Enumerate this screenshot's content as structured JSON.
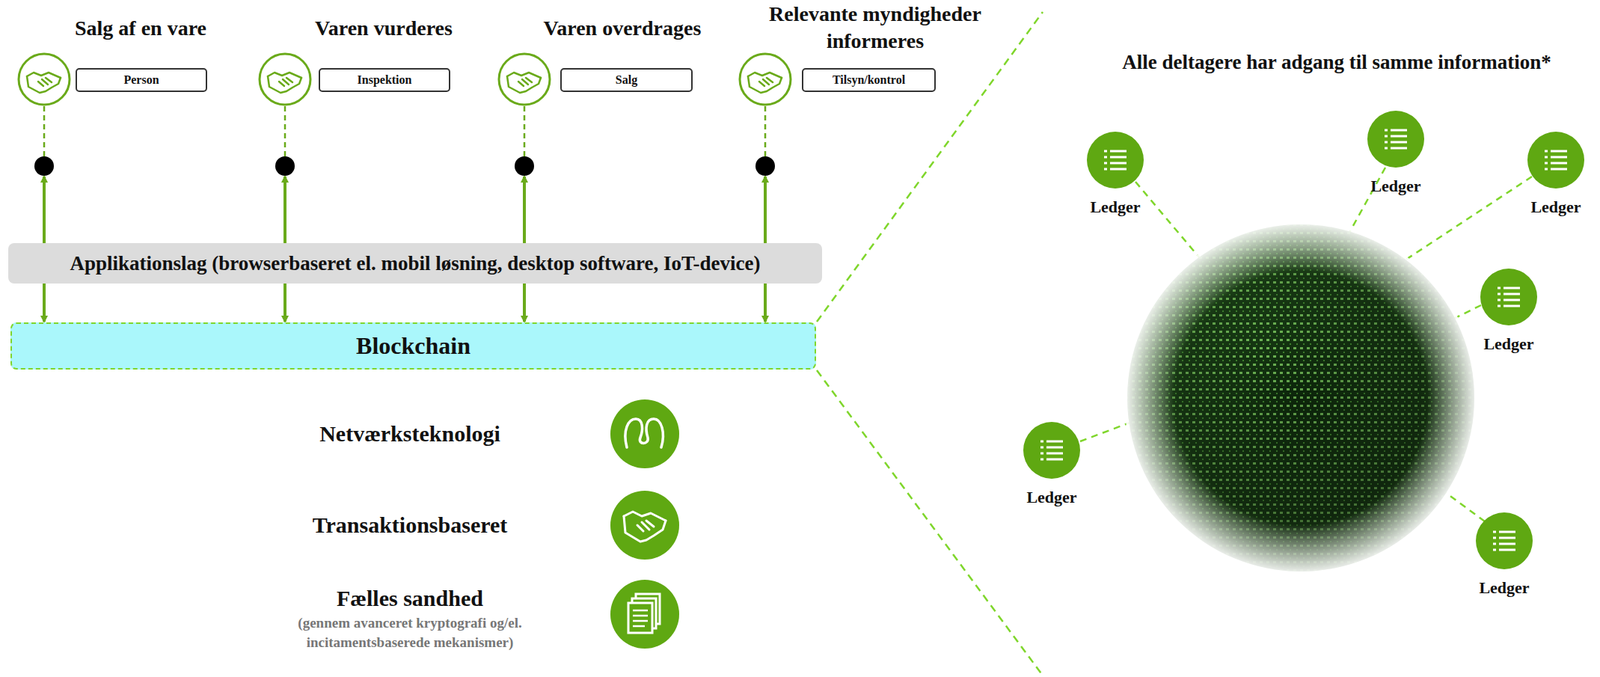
{
  "diagram": {
    "nodes": [
      {
        "text": [
          "Salg af en vare",
          "Person"
        ]
      },
      {
        "text": [
          "Varen vurderes",
          "Inspektion"
        ]
      },
      {
        "text": [
          "Varen overdrages",
          "Salg"
        ]
      },
      {
        "text": [
          "Relevante myndigheder informeres",
          "Tilsyn/kontrol"
        ]
      },
      {
        "text": [
          "Applikationslag (browserbaseret el. mobil løsning, desktop software, IoT-device)"
        ]
      },
      {
        "text": [
          "Blockchain"
        ]
      },
      {
        "text": [
          "Netværksteknologi"
        ]
      },
      {
        "text": [
          "Transaktionsbaseret"
        ]
      },
      {
        "text": [
          "Fælles sandhed",
          "(gennem avanceret kryptografi og/el. incitamentsbaserede mekanismer)"
        ]
      },
      {
        "text": [
          "Ledger"
        ]
      },
      {
        "text": [
          "Ledger"
        ]
      },
      {
        "text": [
          "Ledger"
        ]
      },
      {
        "text": [
          "Ledger"
        ]
      },
      {
        "text": [
          "Ledger"
        ]
      },
      {
        "text": [
          "Ledger"
        ]
      }
    ],
    "edges": [
      {
        "from": 4,
        "to": 0,
        "arrow": "to"
      },
      {
        "from": 4,
        "to": 1,
        "arrow": "to"
      },
      {
        "from": 4,
        "to": 2,
        "arrow": "to"
      },
      {
        "from": 4,
        "to": 3,
        "arrow": "to"
      },
      {
        "from": 4,
        "to": 5,
        "arrow": "to"
      },
      {
        "from": 4,
        "to": 5,
        "arrow": "to"
      },
      {
        "from": 4,
        "to": 5,
        "arrow": "to"
      },
      {
        "from": 4,
        "to": 5,
        "arrow": "to"
      }
    ],
    "labels": [
      "Alle deltagere har adgang til samme information*"
    ]
  }
}
